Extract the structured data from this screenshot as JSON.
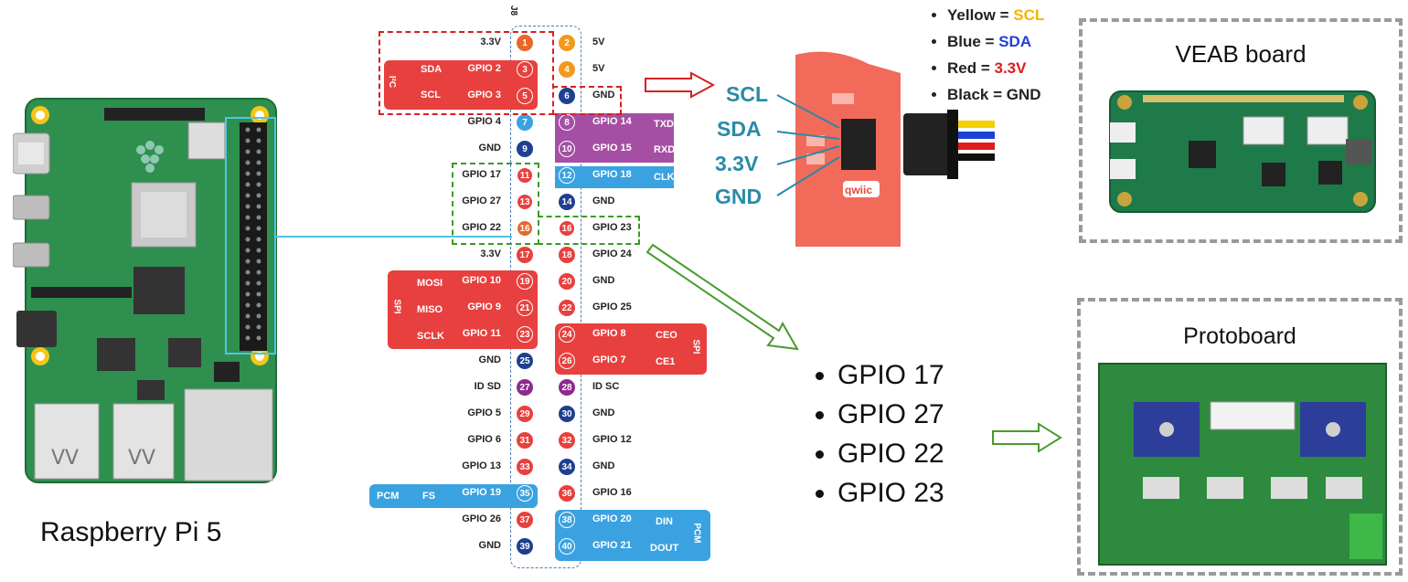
{
  "left": {
    "caption": "Raspberry Pi 5"
  },
  "header_label": "J8",
  "pinout": {
    "rows": [
      {
        "left_label": "3.3V",
        "left_pin": "1",
        "left_color": "#e8672a",
        "right_pin": "2",
        "right_color": "#f29a1f",
        "right_label": "5V"
      },
      {
        "left_label": "GPIO 2",
        "left_pin": "3",
        "left_color": "#e8403e",
        "right_pin": "4",
        "right_color": "#f29a1f",
        "right_label": "5V"
      },
      {
        "left_label": "GPIO 3",
        "left_pin": "5",
        "left_color": "#e8403e",
        "right_pin": "6",
        "right_color": "#1f3f8f",
        "right_label": "GND"
      },
      {
        "left_label": "GPIO 4",
        "left_pin": "7",
        "left_color": "#3aa2e0",
        "right_pin": "8",
        "right_color": "#a44fa3",
        "right_label": "GPIO 14"
      },
      {
        "left_label": "GND",
        "left_pin": "9",
        "left_color": "#1f3f8f",
        "right_pin": "10",
        "right_color": "#a44fa3",
        "right_label": "GPIO 15"
      },
      {
        "left_label": "GPIO 17",
        "left_pin": "11",
        "left_color": "#e8403e",
        "right_pin": "12",
        "right_color": "#3aa2e0",
        "right_label": "GPIO 18"
      },
      {
        "left_label": "GPIO 27",
        "left_pin": "13",
        "left_color": "#e8403e",
        "right_pin": "14",
        "right_color": "#1f3f8f",
        "right_label": "GND"
      },
      {
        "left_label": "GPIO 22",
        "left_pin": "16",
        "left_color": "#e8672a",
        "right_pin": "16",
        "right_color": "#e8403e",
        "right_label": "GPIO 23"
      },
      {
        "left_label": "3.3V",
        "left_pin": "17",
        "left_color": "#e8403e",
        "right_pin": "18",
        "right_color": "#e8403e",
        "right_label": "GPIO 24"
      },
      {
        "left_label": "GPIO 10",
        "left_pin": "19",
        "left_color": "#e8403e",
        "right_pin": "20",
        "right_color": "#e8403e",
        "right_label": "GND"
      },
      {
        "left_label": "GPIO 9",
        "left_pin": "21",
        "left_color": "#e8403e",
        "right_pin": "22",
        "right_color": "#e8403e",
        "right_label": "GPIO 25"
      },
      {
        "left_label": "GPIO 11",
        "left_pin": "23",
        "left_color": "#e8403e",
        "right_pin": "24",
        "right_color": "#e8403e",
        "right_label": "GPIO 8"
      },
      {
        "left_label": "GND",
        "left_pin": "25",
        "left_color": "#1f3f8f",
        "right_pin": "26",
        "right_color": "#e8403e",
        "right_label": "GPIO 7"
      },
      {
        "left_label": "ID SD",
        "left_pin": "27",
        "left_color": "#8e2b8c",
        "right_pin": "28",
        "right_color": "#8e2b8c",
        "right_label": "ID SC"
      },
      {
        "left_label": "GPIO 5",
        "left_pin": "29",
        "left_color": "#e8403e",
        "right_pin": "30",
        "right_color": "#1f3f8f",
        "right_label": "GND"
      },
      {
        "left_label": "GPIO 6",
        "left_pin": "31",
        "left_color": "#e8403e",
        "right_pin": "32",
        "right_color": "#e8403e",
        "right_label": "GPIO 12"
      },
      {
        "left_label": "GPIO 13",
        "left_pin": "33",
        "left_color": "#e8403e",
        "right_pin": "34",
        "right_color": "#1f3f8f",
        "right_label": "GND"
      },
      {
        "left_label": "GPIO 19",
        "left_pin": "35",
        "left_color": "#3aa2e0",
        "right_pin": "36",
        "right_color": "#e8403e",
        "right_label": "GPIO 16"
      },
      {
        "left_label": "GPIO 26",
        "left_pin": "37",
        "left_color": "#e8403e",
        "right_pin": "38",
        "right_color": "#3aa2e0",
        "right_label": "GPIO 20"
      },
      {
        "left_label": "GND",
        "left_pin": "39",
        "left_color": "#1f3f8f",
        "right_pin": "40",
        "right_color": "#3aa2e0",
        "right_label": "GPIO 21"
      }
    ],
    "bands": {
      "i2c": "I²C",
      "sda": "SDA",
      "scl": "SCL",
      "txd": "TXD",
      "rxd": "RXD",
      "clk": "CLK",
      "spi": "SPI",
      "mosi": "MOSI",
      "miso": "MISO",
      "sclk": "SCLK",
      "ceo": "CEO",
      "ce1": "CE1",
      "spi_right": "SPI",
      "pcm": "PCM",
      "fs": "FS",
      "din": "DIN",
      "dout": "DOUT",
      "pcm_right": "PCM"
    }
  },
  "qwiic": {
    "labels": [
      "SCL",
      "SDA",
      "3.3V",
      "GND"
    ],
    "logo": "qwiic"
  },
  "wire_colors": [
    {
      "name": "Yellow = ",
      "value": "SCL",
      "color": "#f4b400"
    },
    {
      "name": "Blue = ",
      "value": "SDA",
      "color": "#1f3fd9"
    },
    {
      "name": "Red = ",
      "value": "3.3V",
      "color": "#e01b1b"
    },
    {
      "name": "Black = ",
      "value": "GND",
      "color": "#222222"
    }
  ],
  "gpio_list": [
    "GPIO 17",
    "GPIO 27",
    "GPIO 22",
    "GPIO 23"
  ],
  "boards": {
    "veab_title": "VEAB board",
    "proto_title": "Protoboard"
  }
}
